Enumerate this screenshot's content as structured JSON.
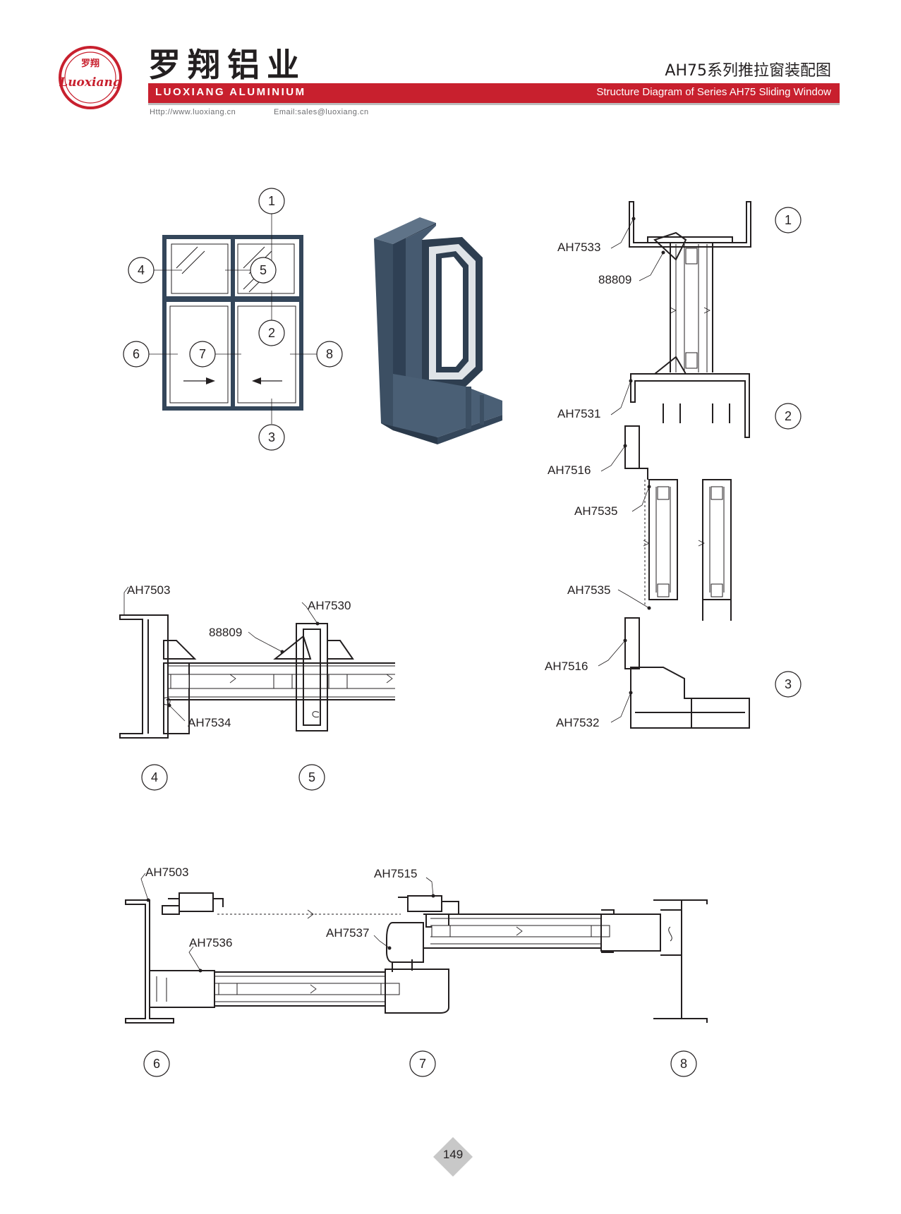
{
  "header": {
    "brand_cn": "罗翔铝业",
    "logo_cn": "罗翔",
    "logo_script": "Luoxiang",
    "brand_en": "LUOXIANG ALUMINIUM",
    "title_cn": "AH75系列推拉窗装配图",
    "title_en": "Structure Diagram of Series AH75 Sliding Window",
    "website": "Http://www.luoxiang.cn",
    "email": "Email:sales@luoxiang.cn"
  },
  "colors": {
    "brand_red": "#c8202e",
    "frame_blue": "#34465a",
    "line": "#231f20"
  },
  "elevation": {
    "callouts": [
      "1",
      "2",
      "3",
      "4",
      "5",
      "6",
      "7",
      "8"
    ]
  },
  "vertical_section": {
    "labels": [
      "AH7533",
      "88809",
      "AH7531",
      "AH7516",
      "AH7535",
      "AH7535",
      "AH7516",
      "AH7532"
    ],
    "callouts": [
      "1",
      "2",
      "3"
    ]
  },
  "section_45": {
    "labels": [
      "AH7503",
      "AH7530",
      "88809",
      "AH7534"
    ],
    "callouts": [
      "4",
      "5"
    ]
  },
  "section_678": {
    "labels": [
      "AH7503",
      "AH7515",
      "AH7536",
      "AH7537"
    ],
    "callouts": [
      "6",
      "7",
      "8"
    ]
  },
  "page_number": "149"
}
